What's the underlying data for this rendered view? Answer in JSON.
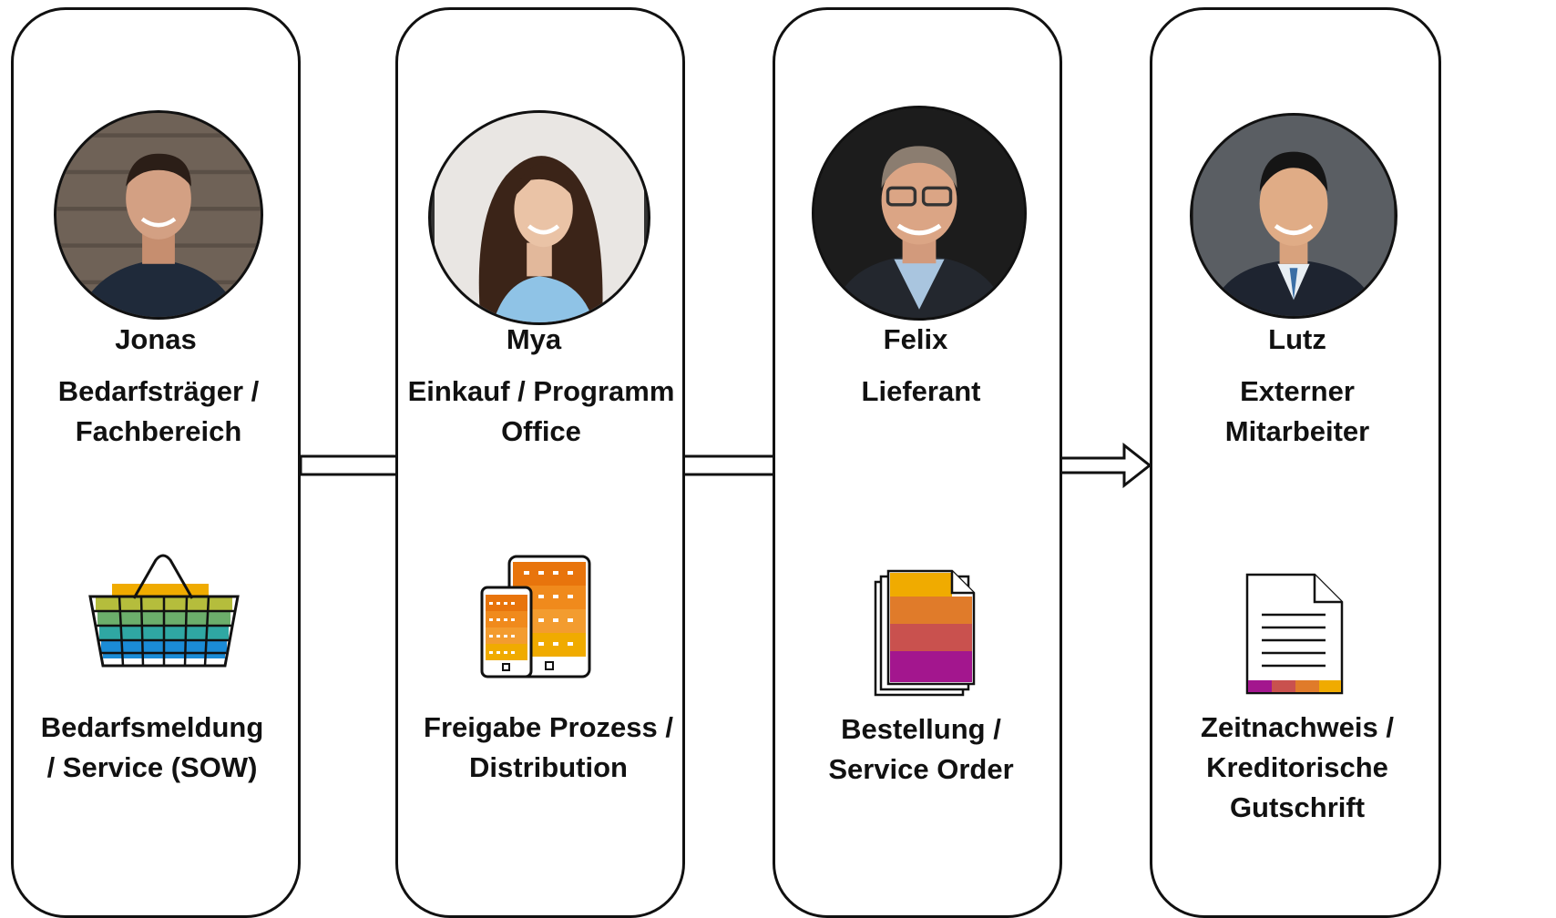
{
  "steps": [
    {
      "name": "Jonas",
      "role_line1": "Bedarfsträger /",
      "role_line2": "Fachbereich",
      "caption_line1": "Bedarfsmeldung",
      "caption_line2": "/ Service (SOW)",
      "caption_line3": "",
      "avatar": "person-jonas",
      "icon": "shopping-basket-icon"
    },
    {
      "name": "Mya",
      "role_line1": "Einkauf / Programm",
      "role_line2": "Office",
      "caption_line1": "Freigabe Prozess /",
      "caption_line2": "Distribution",
      "caption_line3": "",
      "avatar": "person-mya",
      "icon": "devices-icon"
    },
    {
      "name": "Felix",
      "role_line1": "Lieferant",
      "role_line2": "",
      "caption_line1": "Bestellung /",
      "caption_line2": "Service Order",
      "caption_line3": "",
      "avatar": "person-felix",
      "icon": "documents-stack-icon"
    },
    {
      "name": "Lutz",
      "role_line1": "Externer",
      "role_line2": "Mitarbeiter",
      "caption_line1": "Zeitnachweis /",
      "caption_line2": "Kreditorische",
      "caption_line3": "Gutschrift",
      "avatar": "person-lutz",
      "icon": "timesheet-document-icon"
    }
  ],
  "colors": {
    "border": "#111111",
    "yellow": "#f0ab00",
    "orange": "#e8740c",
    "light_orange": "#f39c2f",
    "red": "#c9514e",
    "magenta": "#a3168e",
    "green_yellow": "#b5bd3c",
    "green": "#6cae6b",
    "teal": "#2fa7a3",
    "blue": "#1b8bd6"
  }
}
